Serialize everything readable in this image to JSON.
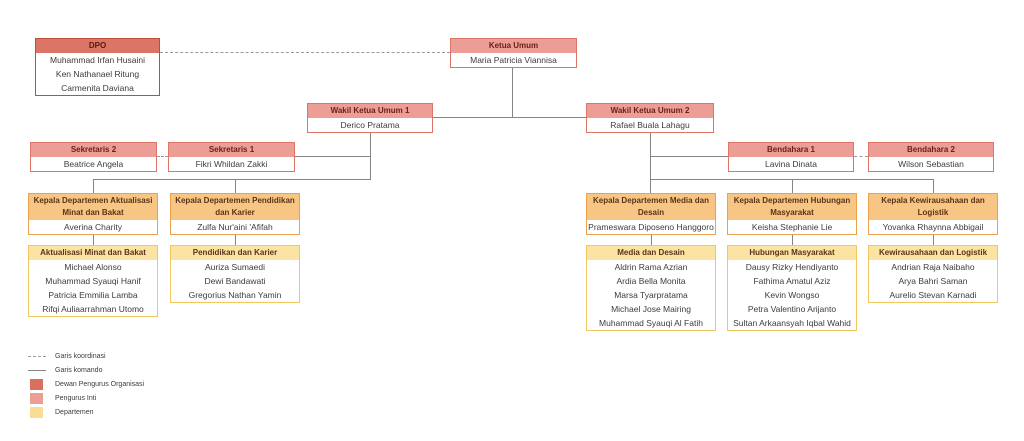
{
  "diagram": {
    "type": "organization-chart",
    "nodes": {
      "dpo": {
        "title": "DPO",
        "category": "Dewan Pengurus Organisasi",
        "members": [
          "Muhammad Irfan Husaini",
          "Ken Nathanael Ritung",
          "Carmenita Daviana"
        ]
      },
      "ketua_umum": {
        "title": "Ketua Umum",
        "category": "Pengurus Inti",
        "members": [
          "Maria Patricia Viannisa"
        ]
      },
      "wakil_ketua_umum_1": {
        "title": "Wakil Ketua Umum 1",
        "category": "Pengurus Inti",
        "members": [
          "Derico Pratama"
        ]
      },
      "wakil_ketua_umum_2": {
        "title": "Wakil Ketua Umum 2",
        "category": "Pengurus Inti",
        "members": [
          "Rafael Buala Lahagu"
        ]
      },
      "sekretaris_2": {
        "title": "Sekretaris 2",
        "category": "Pengurus Inti",
        "members": [
          "Beatrice Angela"
        ]
      },
      "sekretaris_1": {
        "title": "Sekretaris 1",
        "category": "Pengurus Inti",
        "members": [
          "Fikri Whildan Zakki"
        ]
      },
      "bendahara_1": {
        "title": "Bendahara 1",
        "category": "Pengurus Inti",
        "members": [
          "Lavina Dinata"
        ]
      },
      "bendahara_2": {
        "title": "Bendahara 2",
        "category": "Pengurus Inti",
        "members": [
          "Wilson Sebastian"
        ]
      },
      "kepala_aktualisasi": {
        "title": "Kepala Departemen Aktualisasi Minat dan Bakat",
        "category": "Departemen",
        "members": [
          "Averina Charity"
        ]
      },
      "kepala_pendidikan": {
        "title": "Kepala Departemen Pendidikan dan Karier",
        "category": "Departemen",
        "members": [
          "Zulfa Nur'aini 'Afifah"
        ]
      },
      "kepala_media": {
        "title": "Kepala Departemen Media dan Desain",
        "category": "Departemen",
        "members": [
          "Prameswara Diposeno Hanggoro"
        ]
      },
      "kepala_humas": {
        "title": "Kepala Departemen Hubungan Masyarakat",
        "category": "Departemen",
        "members": [
          "Keisha Stephanie Lie"
        ]
      },
      "kepala_kewirausahaan": {
        "title": "Kepala Kewirausahaan dan Logistik",
        "category": "Departemen",
        "members": [
          "Yovanka Rhaynna Abbigail"
        ]
      },
      "dept_aktualisasi": {
        "title": "Aktualisasi Minat dan Bakat",
        "category": "Departemen",
        "members": [
          "Michael Alonso",
          "Muhammad Syauqi Hanif",
          "Patricia Emmilia Lamba",
          "Rifqi Auliaarrahman Utomo"
        ]
      },
      "dept_pendidikan": {
        "title": "Pendidikan dan Karier",
        "category": "Departemen",
        "members": [
          "Auriza Sumaedi",
          "Dewi Bandawati",
          "Gregorius Nathan Yamin"
        ]
      },
      "dept_media": {
        "title": "Media dan Desain",
        "category": "Departemen",
        "members": [
          "Aldrin Rama Azrian",
          "Ardia Bella Monita",
          "Marsa Tyarpratama",
          "Michael Jose Mairing",
          "Muhammad Syauqi Al Fatih"
        ]
      },
      "dept_humas": {
        "title": "Hubungan Masyarakat",
        "category": "Departemen",
        "members": [
          "Dausy Rizky Hendiyanto",
          "Fathima Amatul Aziz",
          "Kevin Wongso",
          "Petra Valentino Arijanto",
          "Sultan Arkaansyah Iqbal Wahid"
        ]
      },
      "dept_kewirausahaan": {
        "title": "Kewirausahaan dan Logistik",
        "category": "Departemen",
        "members": [
          "Andrian Raja Naibaho",
          "Arya Bahri Saman",
          "Aurelio Stevan Karnadi"
        ]
      }
    },
    "legend": {
      "items": [
        {
          "label": "Garis koordinasi",
          "type": "dashed-line"
        },
        {
          "label": "Garis komando",
          "type": "solid-line"
        },
        {
          "label": "Dewan Pengurus Organisasi",
          "type": "swatch",
          "color": "#d9705f"
        },
        {
          "label": "Pengurus Inti",
          "type": "swatch",
          "color": "#ec9d96"
        },
        {
          "label": "Departemen",
          "type": "swatch",
          "color": "#fbdc93"
        }
      ]
    },
    "colors": {
      "dewan_pengurus_header": "#db7565",
      "pengurus_inti_header": "#ec9d96",
      "departemen_head_header": "#f7c584",
      "departemen_list_header": "#fbe3a3",
      "command_line": "#848484",
      "coordination_line": "#9a9a9a"
    }
  }
}
